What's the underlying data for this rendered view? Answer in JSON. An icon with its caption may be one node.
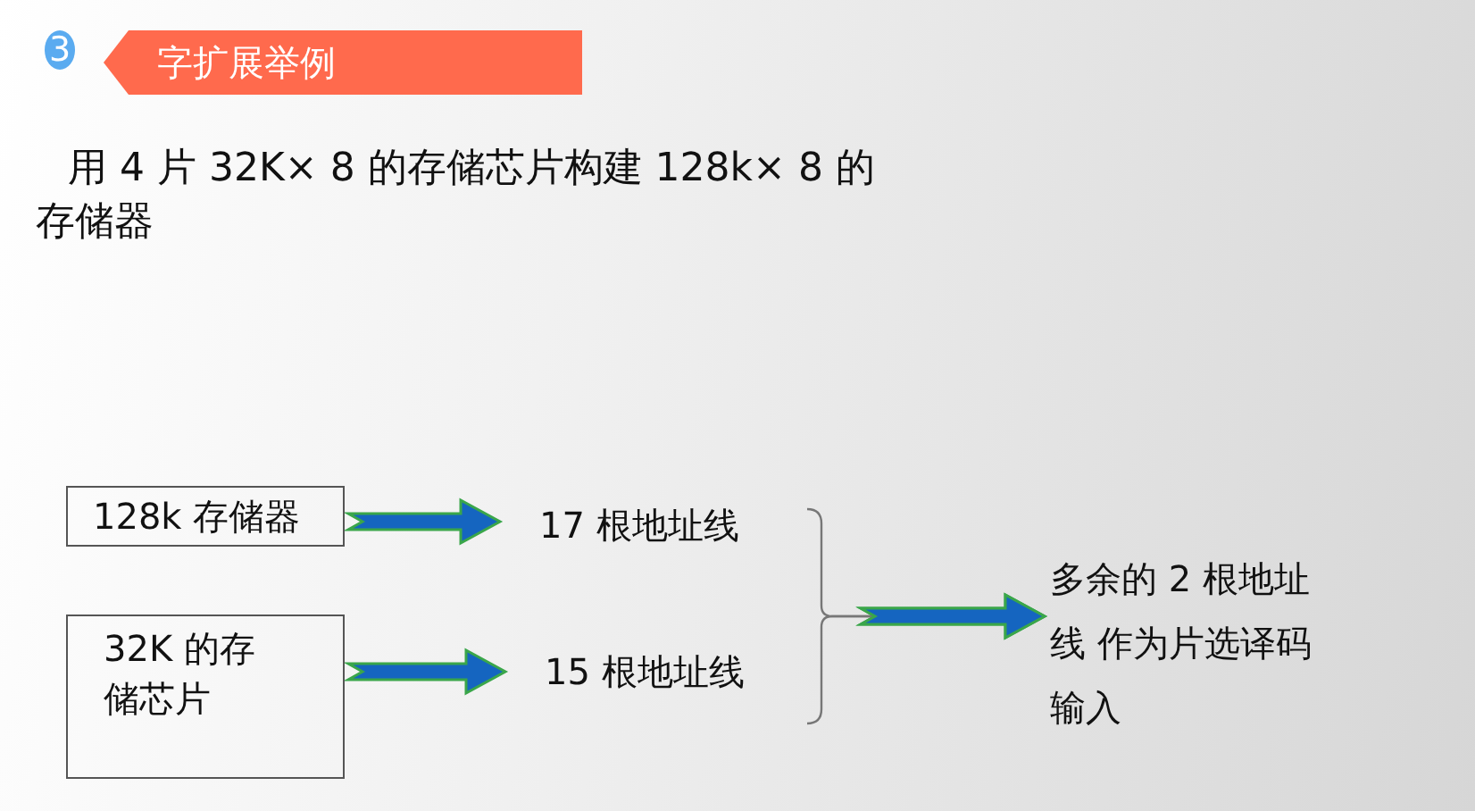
{
  "diagram": {
    "title": "字扩展举例",
    "nodes": [
      {
        "text": [
          "128k 存储器"
        ]
      },
      {
        "text": [
          "32K 的存储芯片"
        ]
      },
      {
        "text": [
          "17 根地址线"
        ]
      },
      {
        "text": [
          "15 根地址线"
        ]
      },
      {
        "text": [
          "多余的 2 根地址线 作为片选译码输入"
        ]
      }
    ],
    "edges": [
      {
        "from": 0,
        "to": 2,
        "arrow": "to"
      },
      {
        "from": 1,
        "to": 3,
        "arrow": "to"
      },
      {
        "from": 2,
        "to": 4,
        "arrow": "to"
      },
      {
        "from": 3,
        "to": 4,
        "arrow": "to"
      }
    ],
    "labels": [
      "3",
      "用 4 片 32K× 8 的存储芯片构建 128k× 8 的存储器"
    ]
  }
}
